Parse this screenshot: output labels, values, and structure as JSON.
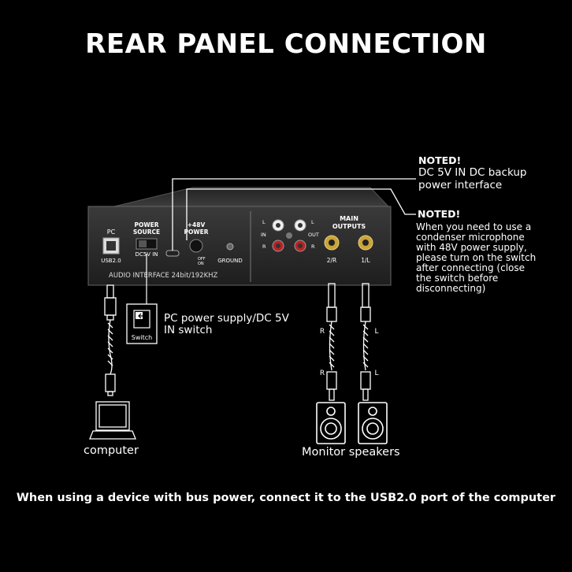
{
  "title": "REAR PANEL CONNECTION",
  "footer": "When using a device with bus power, connect it to the USB2.0 port of the computer",
  "note1": {
    "heading": "NOTED!",
    "line1": "DC 5V IN DC backup",
    "line2": "power interface"
  },
  "note2": {
    "heading": "NOTED!",
    "lines": [
      "When you need to use a",
      "condenser microphone",
      "with 48V power supply,",
      "please turn on the switch",
      "after connecting (close",
      "the switch before",
      "disconnecting)"
    ]
  },
  "switch_caption": {
    "line1": "PC power supply/DC 5V",
    "line2": "IN switch"
  },
  "switch_icon_label": "Switch",
  "computer_caption": "computer",
  "speakers_caption": "Monitor speakers",
  "panel": {
    "pc": "PC",
    "usb": "USB2.0",
    "power_source_1": "POWER",
    "power_source_2": "SOURCE",
    "dc5v": "DC5V IN",
    "p48v_1": "+48V",
    "p48v_2": "POWER",
    "off": "OFF",
    "on": "ON",
    "ground": "GROUND",
    "audio_interface": "AUDIO INTERFACE 24bit/192KHZ",
    "l": "L",
    "r": "R",
    "in": "IN",
    "out": "OUT",
    "main_outputs_1": "MAIN",
    "main_outputs_2": "OUTPUTS",
    "out_2r": "2/R",
    "out_1l": "1/L"
  },
  "cable_labels": {
    "r_top": "R",
    "r_bottom": "R",
    "l_top": "L",
    "l_bottom": "L"
  }
}
